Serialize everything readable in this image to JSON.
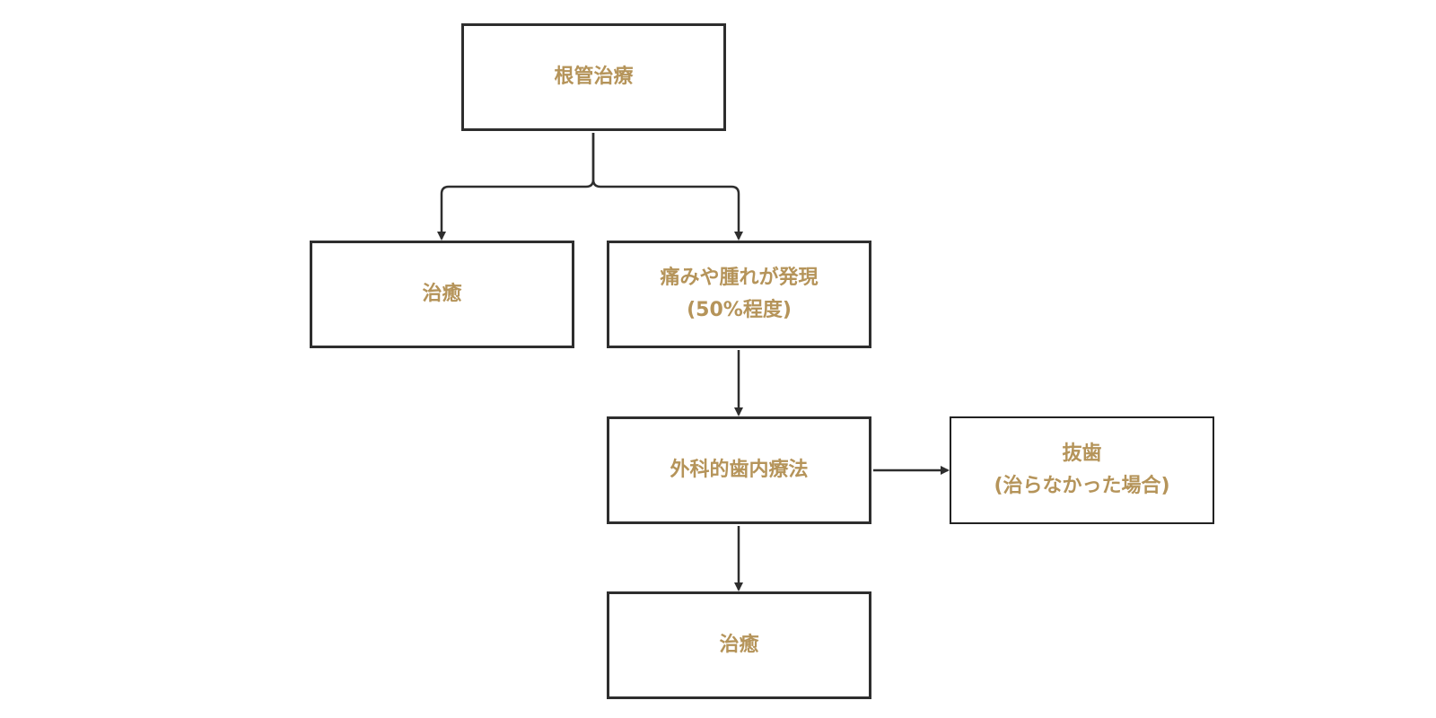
{
  "colors": {
    "text": "#b5945a",
    "stroke": "#2e2e2e",
    "background": "#ffffff"
  },
  "nodes": {
    "root": {
      "lines": [
        "根管治療"
      ]
    },
    "cure_left": {
      "lines": [
        "治癒"
      ]
    },
    "symptoms": {
      "lines": [
        "痛みや腫れが発現",
        "(50%程度)"
      ]
    },
    "surgery": {
      "lines": [
        "外科的歯内療法"
      ]
    },
    "extraction": {
      "lines": [
        "抜歯",
        "(治らなかった場合)"
      ]
    },
    "cure_bottom": {
      "lines": [
        "治癒"
      ]
    }
  },
  "edges": [
    {
      "from": "root",
      "to": "cure_left"
    },
    {
      "from": "root",
      "to": "symptoms"
    },
    {
      "from": "symptoms",
      "to": "surgery"
    },
    {
      "from": "surgery",
      "to": "extraction"
    },
    {
      "from": "surgery",
      "to": "cure_bottom"
    }
  ]
}
